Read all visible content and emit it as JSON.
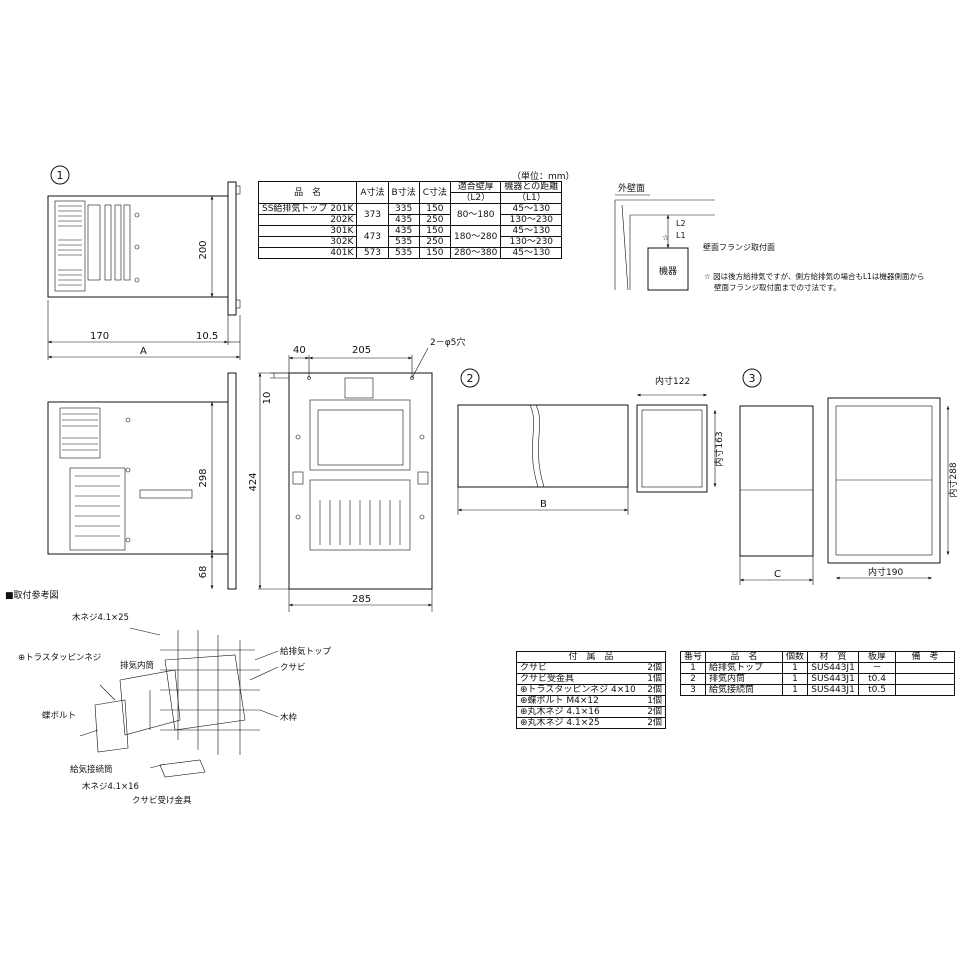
{
  "sections": {
    "s1": "1",
    "s2": "2",
    "s3": "3",
    "mounting_ref": "■取付参考図"
  },
  "unit_note": "（単位：mm）",
  "spec_table": {
    "headers": [
      "品　名",
      "A寸法",
      "B寸法",
      "C寸法",
      "適合壁厚",
      "機器との距離"
    ],
    "sub_headers": [
      "（L2）",
      "（L1）"
    ],
    "rows": [
      {
        "name": "SS給排気トップ 201K",
        "a": "373",
        "b": "335",
        "c": "150",
        "wall": "80～180",
        "dist": "45～130"
      },
      {
        "name": "202K",
        "a": "",
        "b": "435",
        "c": "250",
        "wall": "",
        "dist": "130～230"
      },
      {
        "name": "301K",
        "a": "473",
        "b": "435",
        "c": "150",
        "wall": "180～280",
        "dist": "45～130"
      },
      {
        "name": "302K",
        "a": "",
        "b": "535",
        "c": "250",
        "wall": "",
        "dist": "130～230"
      },
      {
        "name": "401K",
        "a": "573",
        "b": "535",
        "c": "150",
        "wall": "280～380",
        "dist": "45～130"
      }
    ]
  },
  "wall_diagram": {
    "outer_wall": "外壁面",
    "l2": "L2",
    "l1": "L1",
    "star": "☆",
    "flange": "壁面フランジ取付面",
    "device": "機器",
    "note_line1": "☆ 図は後方給排気ですが、側方給排気の場合もL1は機器側面から",
    "note_line2": "壁面フランジ取付面までの寸法です。"
  },
  "dims": {
    "d200": "200",
    "d170": "170",
    "d10_5": "10.5",
    "dA": "A",
    "d40": "40",
    "d205": "205",
    "hole": "2－φ5穴",
    "d10": "10",
    "d298": "298",
    "d424": "424",
    "d68": "68",
    "d285": "285",
    "inner122": "内寸122",
    "inner163": "内寸163",
    "dB": "B",
    "inner288": "内寸288",
    "inner190": "内寸190",
    "dC": "C"
  },
  "mount_labels": {
    "screw_wood_25": "木ネジ4.1×25",
    "truss_screw": "⊕トラスタッピンネジ",
    "exhaust_tube": "排気内筒",
    "wing_bolt": "蝶ボルト",
    "intake_tube": "給気接続筒",
    "screw_wood_16": "木ネジ4.1×16",
    "wedge_bracket": "クサビ受け金具",
    "top": "給排気トップ",
    "wedge": "クサビ",
    "wood_frame": "木枠"
  },
  "accessory_table": {
    "header": "付　属　品",
    "rows": [
      {
        "name": "クサビ",
        "qty": "2個"
      },
      {
        "name": "クサビ受金具",
        "qty": "1個"
      },
      {
        "name": "⊕トラスタッピンネジ 4×10",
        "qty": "2個"
      },
      {
        "name": "⊕蝶ボルト M4×12",
        "qty": "1個"
      },
      {
        "name": "⊕丸木ネジ 4.1×16",
        "qty": "2個"
      },
      {
        "name": "⊕丸木ネジ 4.1×25",
        "qty": "2個"
      }
    ]
  },
  "parts_table": {
    "headers": [
      "番号",
      "品　名",
      "個数",
      "材　質",
      "板厚",
      "備　考"
    ],
    "rows": [
      {
        "no": "1",
        "name": "給排気トップ",
        "qty": "1",
        "mat": "SUS443J1",
        "t": "－",
        "note": ""
      },
      {
        "no": "2",
        "name": "排気内筒",
        "qty": "1",
        "mat": "SUS443J1",
        "t": "t0.4",
        "note": ""
      },
      {
        "no": "3",
        "name": "給気接続筒",
        "qty": "1",
        "mat": "SUS443J1",
        "t": "t0.5",
        "note": ""
      }
    ]
  }
}
